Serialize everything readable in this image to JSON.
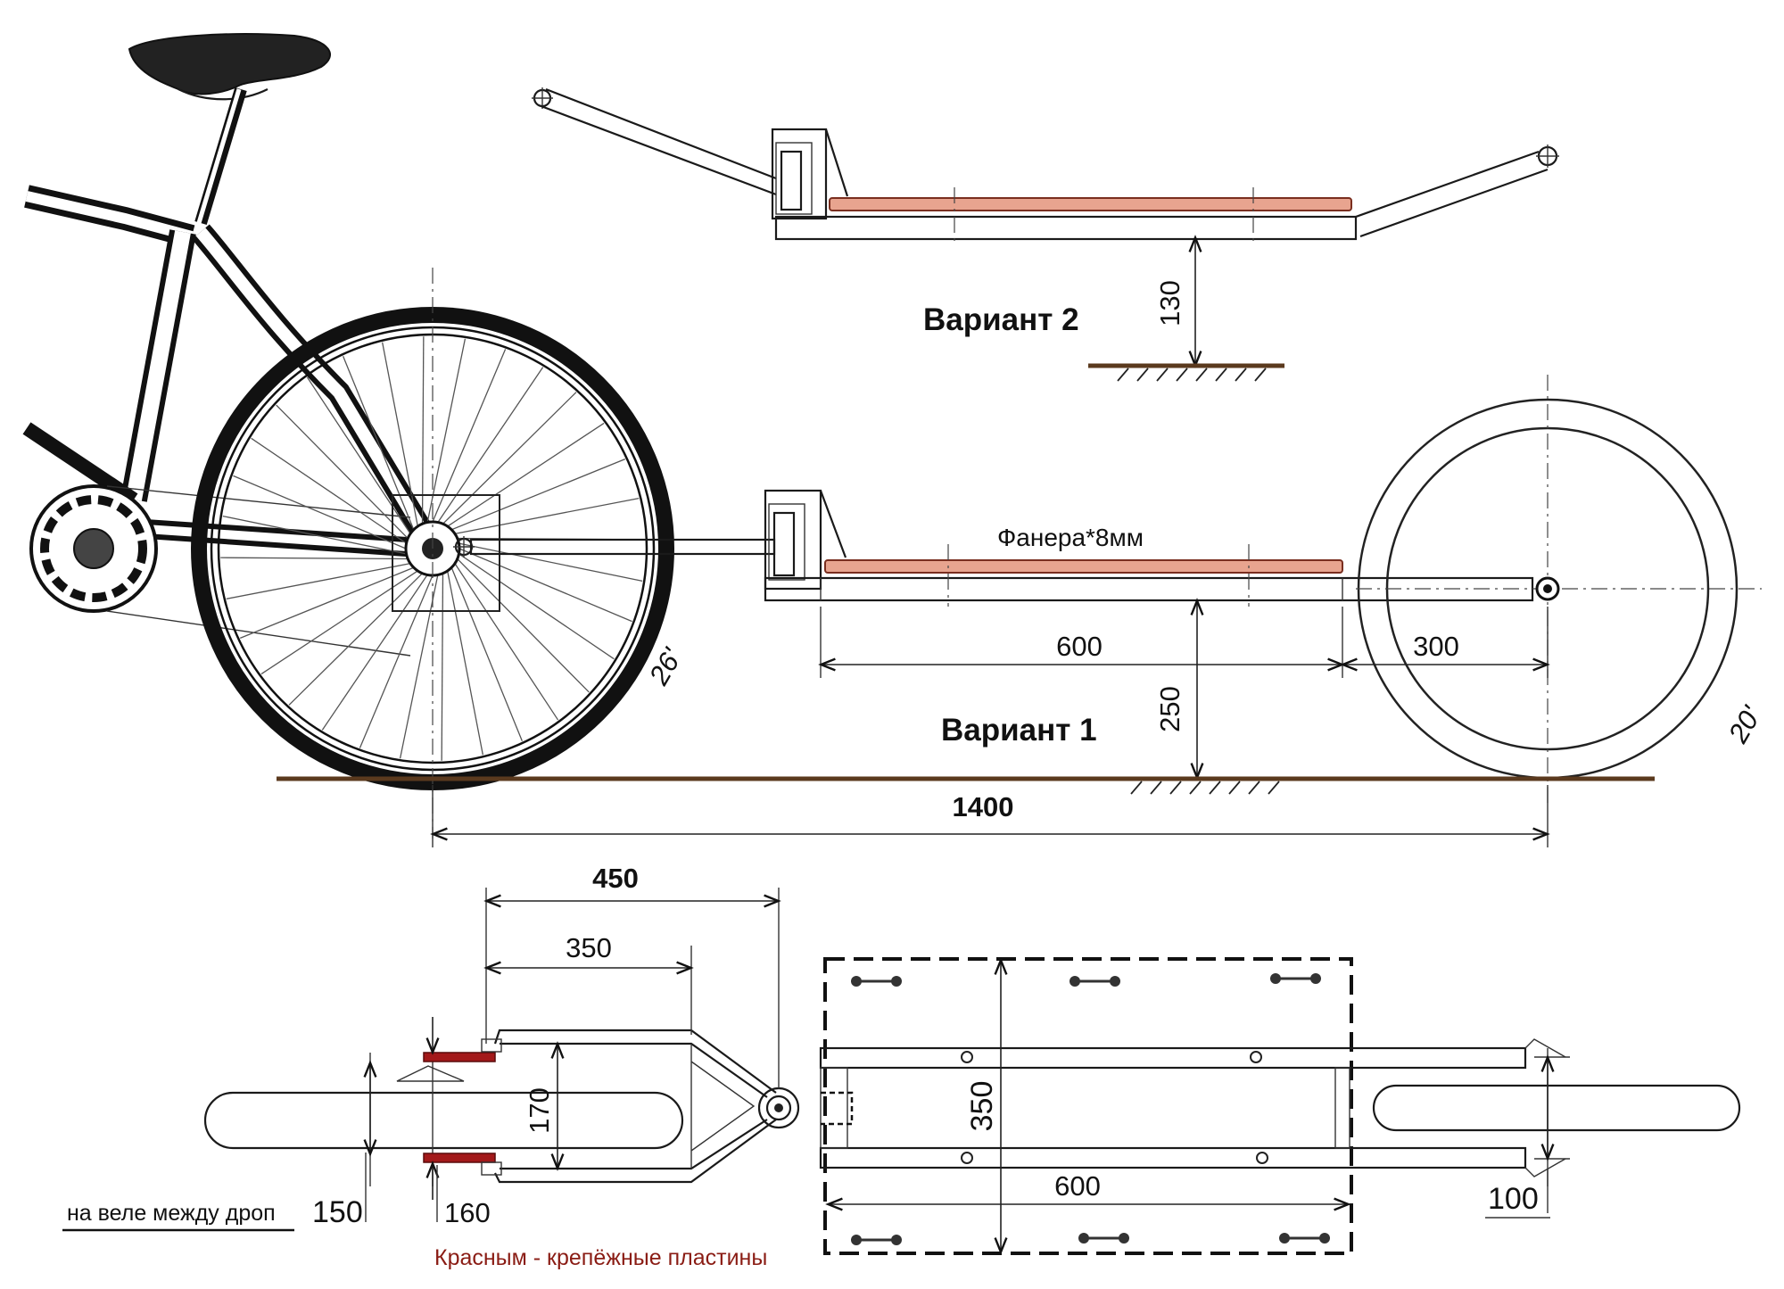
{
  "labels": {
    "variant_2": "Вариант 2",
    "variant_1": "Вариант 1",
    "plywood": "Фанера*8мм",
    "wheel_26": "26'",
    "wheel_20": "20'",
    "between_dropouts": "на веле между дроп",
    "red_note": "Красным - крепёжные пластины"
  },
  "dimensions": {
    "height_v2": "130",
    "height_v1": "250",
    "platform_len": "600",
    "wheel_offset": "300",
    "total_len": "1400",
    "drawbar_450": "450",
    "drawbar_350": "350",
    "yoke_width": "170",
    "dropout_150": "150",
    "plate_160": "160",
    "platform_width": "350",
    "platform_len_top": "600",
    "axle_100": "100"
  },
  "colors": {
    "plywood": "#e8a48f",
    "plates": "#a3191a",
    "ground": "#5b3a1e"
  }
}
